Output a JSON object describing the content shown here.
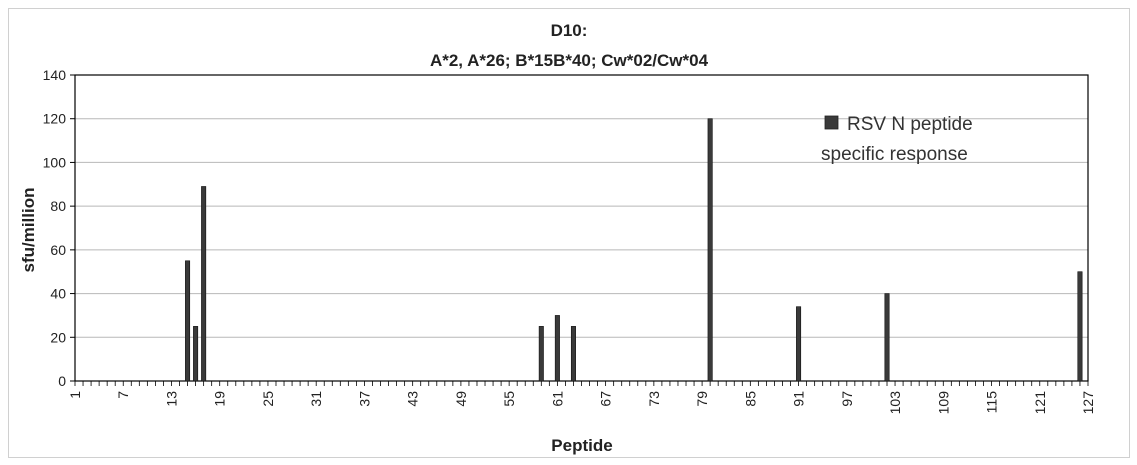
{
  "chart_data": {
    "type": "bar",
    "title_lines": [
      "D10:",
      "A*2, A*26; B*15B*40; Cw*02/Cw*04"
    ],
    "xlabel": "Peptide",
    "ylabel": "sfu/million",
    "x_range": [
      1,
      127
    ],
    "x_ticks": [
      1,
      7,
      13,
      19,
      25,
      31,
      37,
      43,
      49,
      55,
      61,
      67,
      73,
      79,
      85,
      91,
      97,
      103,
      109,
      115,
      121,
      127
    ],
    "ylim": [
      0,
      140
    ],
    "y_ticks": [
      0,
      20,
      40,
      60,
      80,
      100,
      120,
      140
    ],
    "grid": "horizontal",
    "legend_position": "top-right",
    "series": [
      {
        "name": "RSV N peptide specific response",
        "color": "#3a3a3a",
        "points": [
          {
            "x": 15,
            "y": 55
          },
          {
            "x": 16,
            "y": 25
          },
          {
            "x": 17,
            "y": 89
          },
          {
            "x": 59,
            "y": 25
          },
          {
            "x": 61,
            "y": 30
          },
          {
            "x": 63,
            "y": 25
          },
          {
            "x": 80,
            "y": 120
          },
          {
            "x": 91,
            "y": 34
          },
          {
            "x": 102,
            "y": 40
          },
          {
            "x": 126,
            "y": 50
          }
        ]
      }
    ]
  }
}
